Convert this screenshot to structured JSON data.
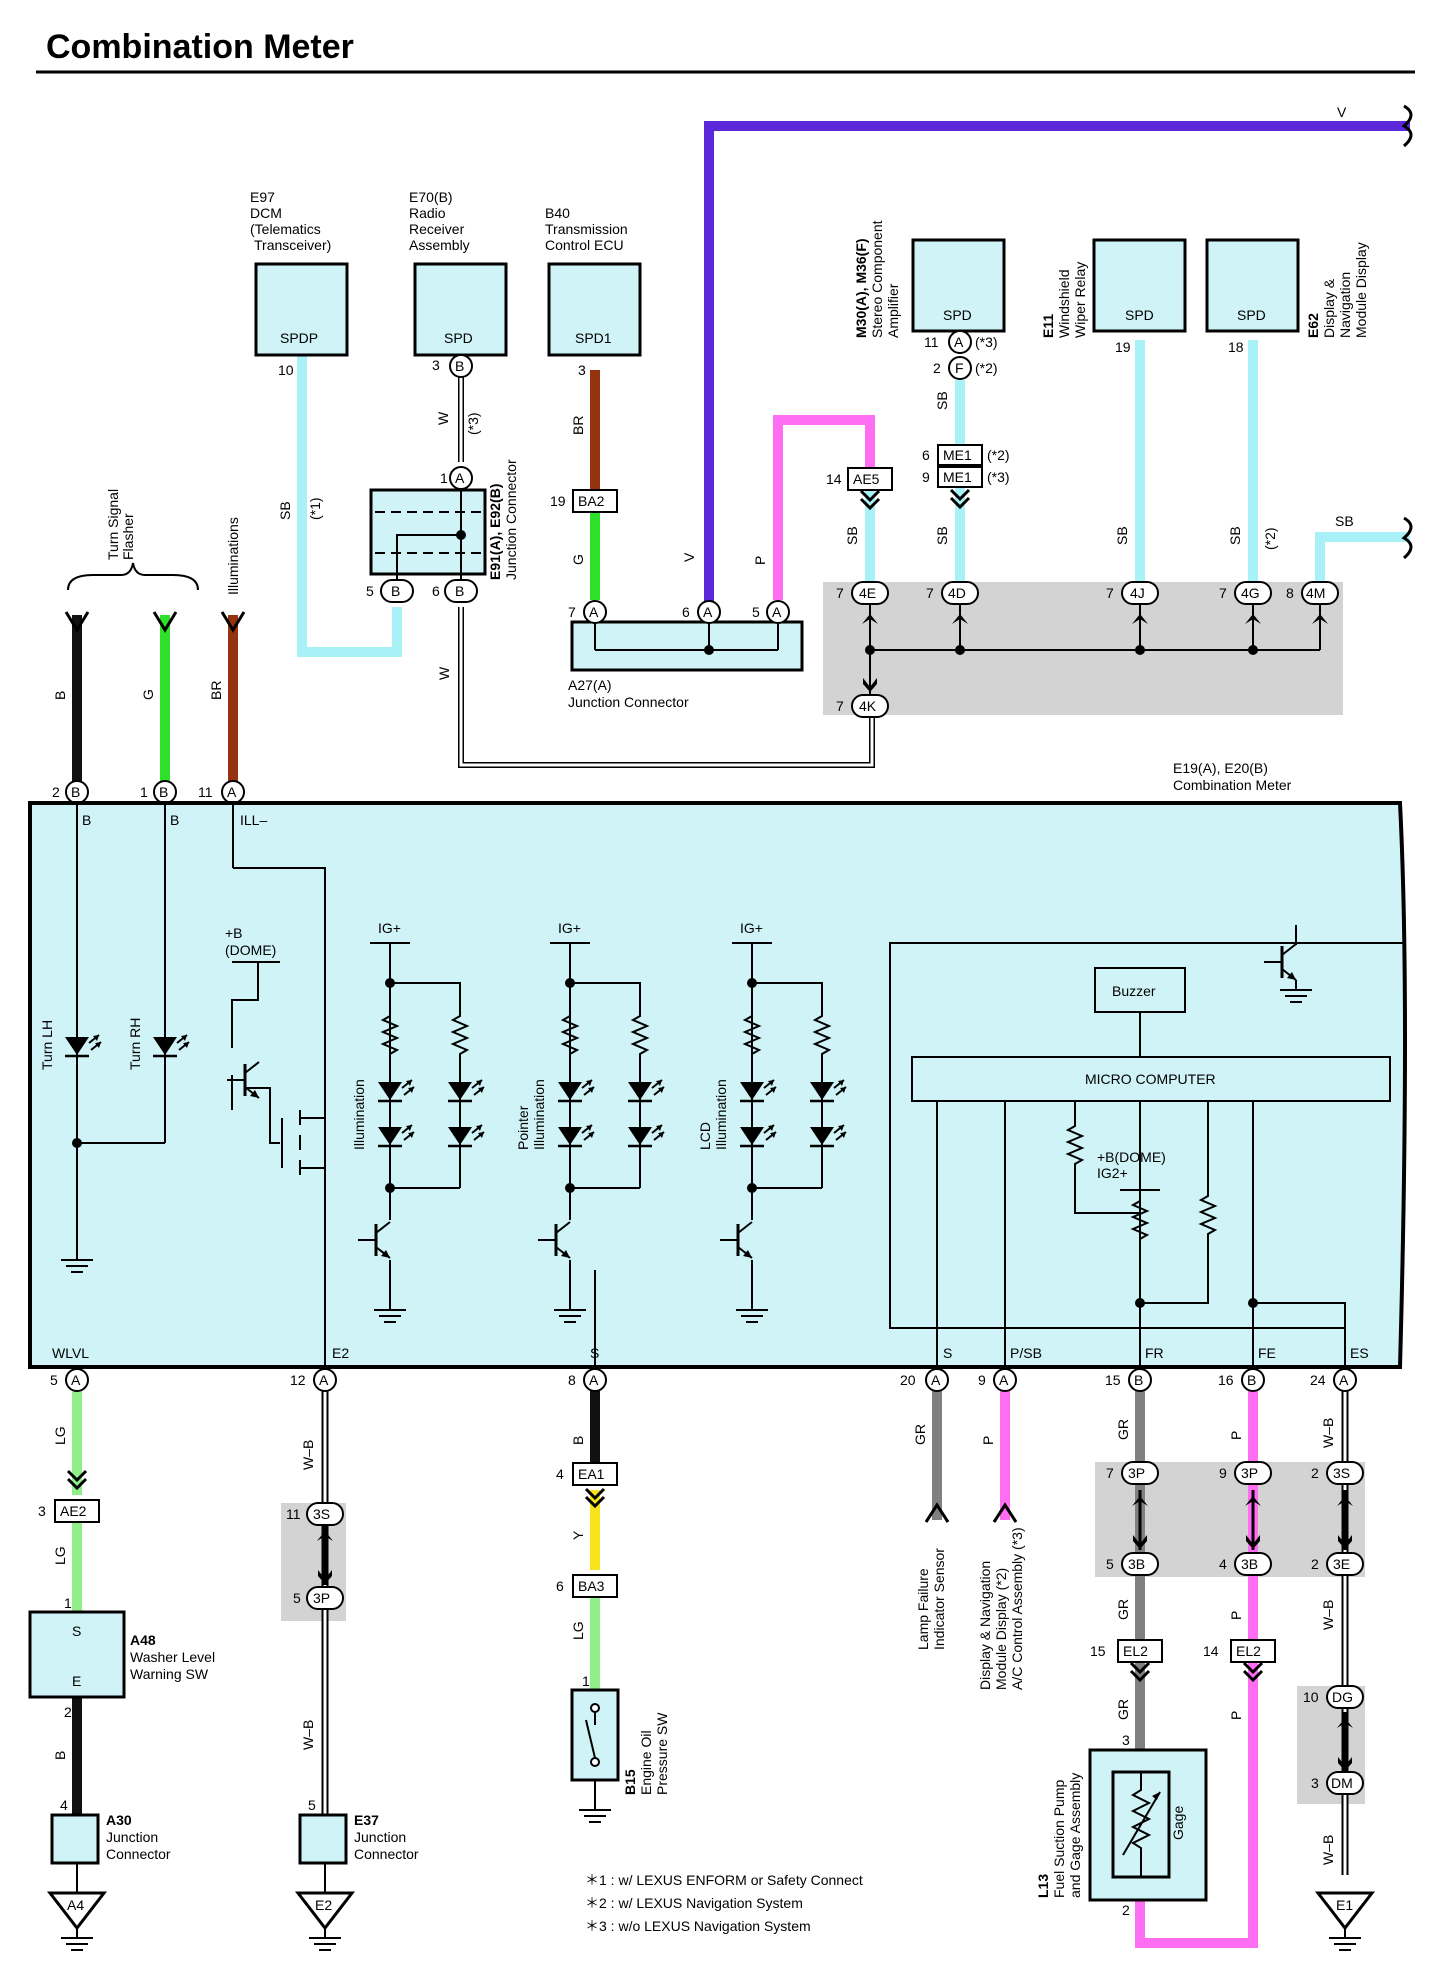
{
  "title": "Combination Meter",
  "colors": {
    "SB": "#a8f2f7",
    "V": "#5a28d8",
    "BR": "#93340f",
    "G": "#2fe02a",
    "P": "#ff6ef2",
    "B": "#111111",
    "LG": "#8ff08a",
    "Y": "#f7e21c",
    "GR": "#808080",
    "W": "#ffffff",
    "panel": "#cff3f7",
    "gray": "#d3d3d3"
  },
  "components": {
    "e97": {
      "code": "E97",
      "l1": "DCM",
      "l2": "(Telematics",
      "l3": "Transceiver)",
      "pin_label": "SPDP",
      "pin": "10"
    },
    "e70": {
      "code": "E70(B)",
      "l1": "Radio",
      "l2": "Receiver",
      "l3": "Assembly",
      "pin_label": "SPD",
      "pin": "3"
    },
    "b40": {
      "code": "B40",
      "l1": "Transmission",
      "l2": "Control ECU",
      "pin_label": "SPD1",
      "pin": "3"
    },
    "m30": {
      "code": "M30(A), M36(F)",
      "l1": "Stereo Component",
      "l2": "Amplifier",
      "pin_label": "SPD"
    },
    "e11": {
      "code": "E11",
      "l1": "Windshield",
      "l2": "Wiper Relay",
      "pin_label": "SPD",
      "pin": "19"
    },
    "e62": {
      "code": "E62",
      "l1": "Display &",
      "l2": "Navigation",
      "l3": "Module Display",
      "pin_label": "SPD",
      "pin": "18"
    },
    "e91": {
      "code": "E91(A), E92(B)",
      "name": "Junction Connector"
    },
    "a27": {
      "code": "A27(A)",
      "name": "Junction Connector"
    },
    "turn": {
      "l1": "Turn Signal",
      "l2": "Flasher"
    },
    "illum": {
      "name": "Illuminations"
    },
    "e19": {
      "code": "E19(A), E20(B)",
      "name": "Combination Meter"
    },
    "a48": {
      "code": "A48",
      "l1": "Washer Level",
      "l2": "Warning SW",
      "s": "S",
      "e": "E"
    },
    "a30": {
      "code": "A30",
      "l1": "Junction",
      "l2": "Connector",
      "ground": "A4"
    },
    "e37": {
      "code": "E37",
      "l1": "Junction",
      "l2": "Connector",
      "ground": "E2"
    },
    "b15": {
      "code": "B15",
      "l1": "Engine Oil",
      "l2": "Pressure SW"
    },
    "lamp": {
      "l1": "Lamp Failure",
      "l2": "Indicator Sensor"
    },
    "disp": {
      "l1": "Display & Navigation",
      "l2": "Module Display (*2)",
      "l3": "A/C Control Assembly (*3)"
    },
    "l13": {
      "code": "L13",
      "l1": "Fuel Suction Pump",
      "l2": "and Gage Assembly",
      "gage": "Gage"
    },
    "e1": {
      "ground": "E1"
    }
  },
  "meter": {
    "top_pins": [
      "B",
      "B",
      "ILL–"
    ],
    "bottom_pins": [
      "WLVL",
      "E2",
      "S",
      "S",
      "P/SB",
      "FR",
      "FE",
      "ES"
    ],
    "dome": "+B",
    "dome2": "(DOME)",
    "ig": "IG+",
    "illumination": "Illumination",
    "pointer1": "Pointer",
    "pointer2": "Illumination",
    "lcd1": "LCD",
    "lcd2": "Illumination",
    "turn_lh": "Turn LH",
    "turn_rh": "Turn RH",
    "buzzer": "Buzzer",
    "micro": "MICRO COMPUTER",
    "dome_ig1": "+B(DOME)",
    "dome_ig2": "IG2+"
  },
  "wires": {
    "sb": "SB",
    "v": "V",
    "br": "BR",
    "g": "G",
    "p": "P",
    "w": "W",
    "b": "B",
    "lg": "LG",
    "y": "Y",
    "gr": "GR",
    "wb": "W–B",
    "ast1": "(*1)",
    "ast2": "(*2)",
    "ast3": "(*3)"
  },
  "pins": {
    "n1": "1",
    "n2": "2",
    "n3": "3",
    "n4": "4",
    "n5": "5",
    "n6": "6",
    "n7": "7",
    "n8": "8",
    "n9": "9",
    "n10": "10",
    "n11": "11",
    "n12": "12",
    "n14": "14",
    "n15": "15",
    "n16": "16",
    "n18": "18",
    "n19": "19",
    "n20": "20",
    "n24": "24",
    "A": "A",
    "B": "B",
    "F": "F",
    "ast2": "(*2)",
    "ast3": "(*3)"
  },
  "connectors": {
    "BA2": "BA2",
    "AE5": "AE5",
    "ME1": "ME1",
    "4E": "4E",
    "4D": "4D",
    "4J": "4J",
    "4G": "4G",
    "4M": "4M",
    "4K": "4K",
    "AE2": "AE2",
    "3S": "3S",
    "3P": "3P",
    "EA1": "EA1",
    "BA3": "BA3",
    "3B": "3B",
    "3E": "3E",
    "EL2": "EL2",
    "DG": "DG",
    "DM": "DM"
  },
  "notes": [
    "＊1 : w/ LEXUS ENFORM or Safety Connect",
    "＊2 : w/ LEXUS Navigation System",
    "＊3 : w/o LEXUS Navigation System"
  ]
}
